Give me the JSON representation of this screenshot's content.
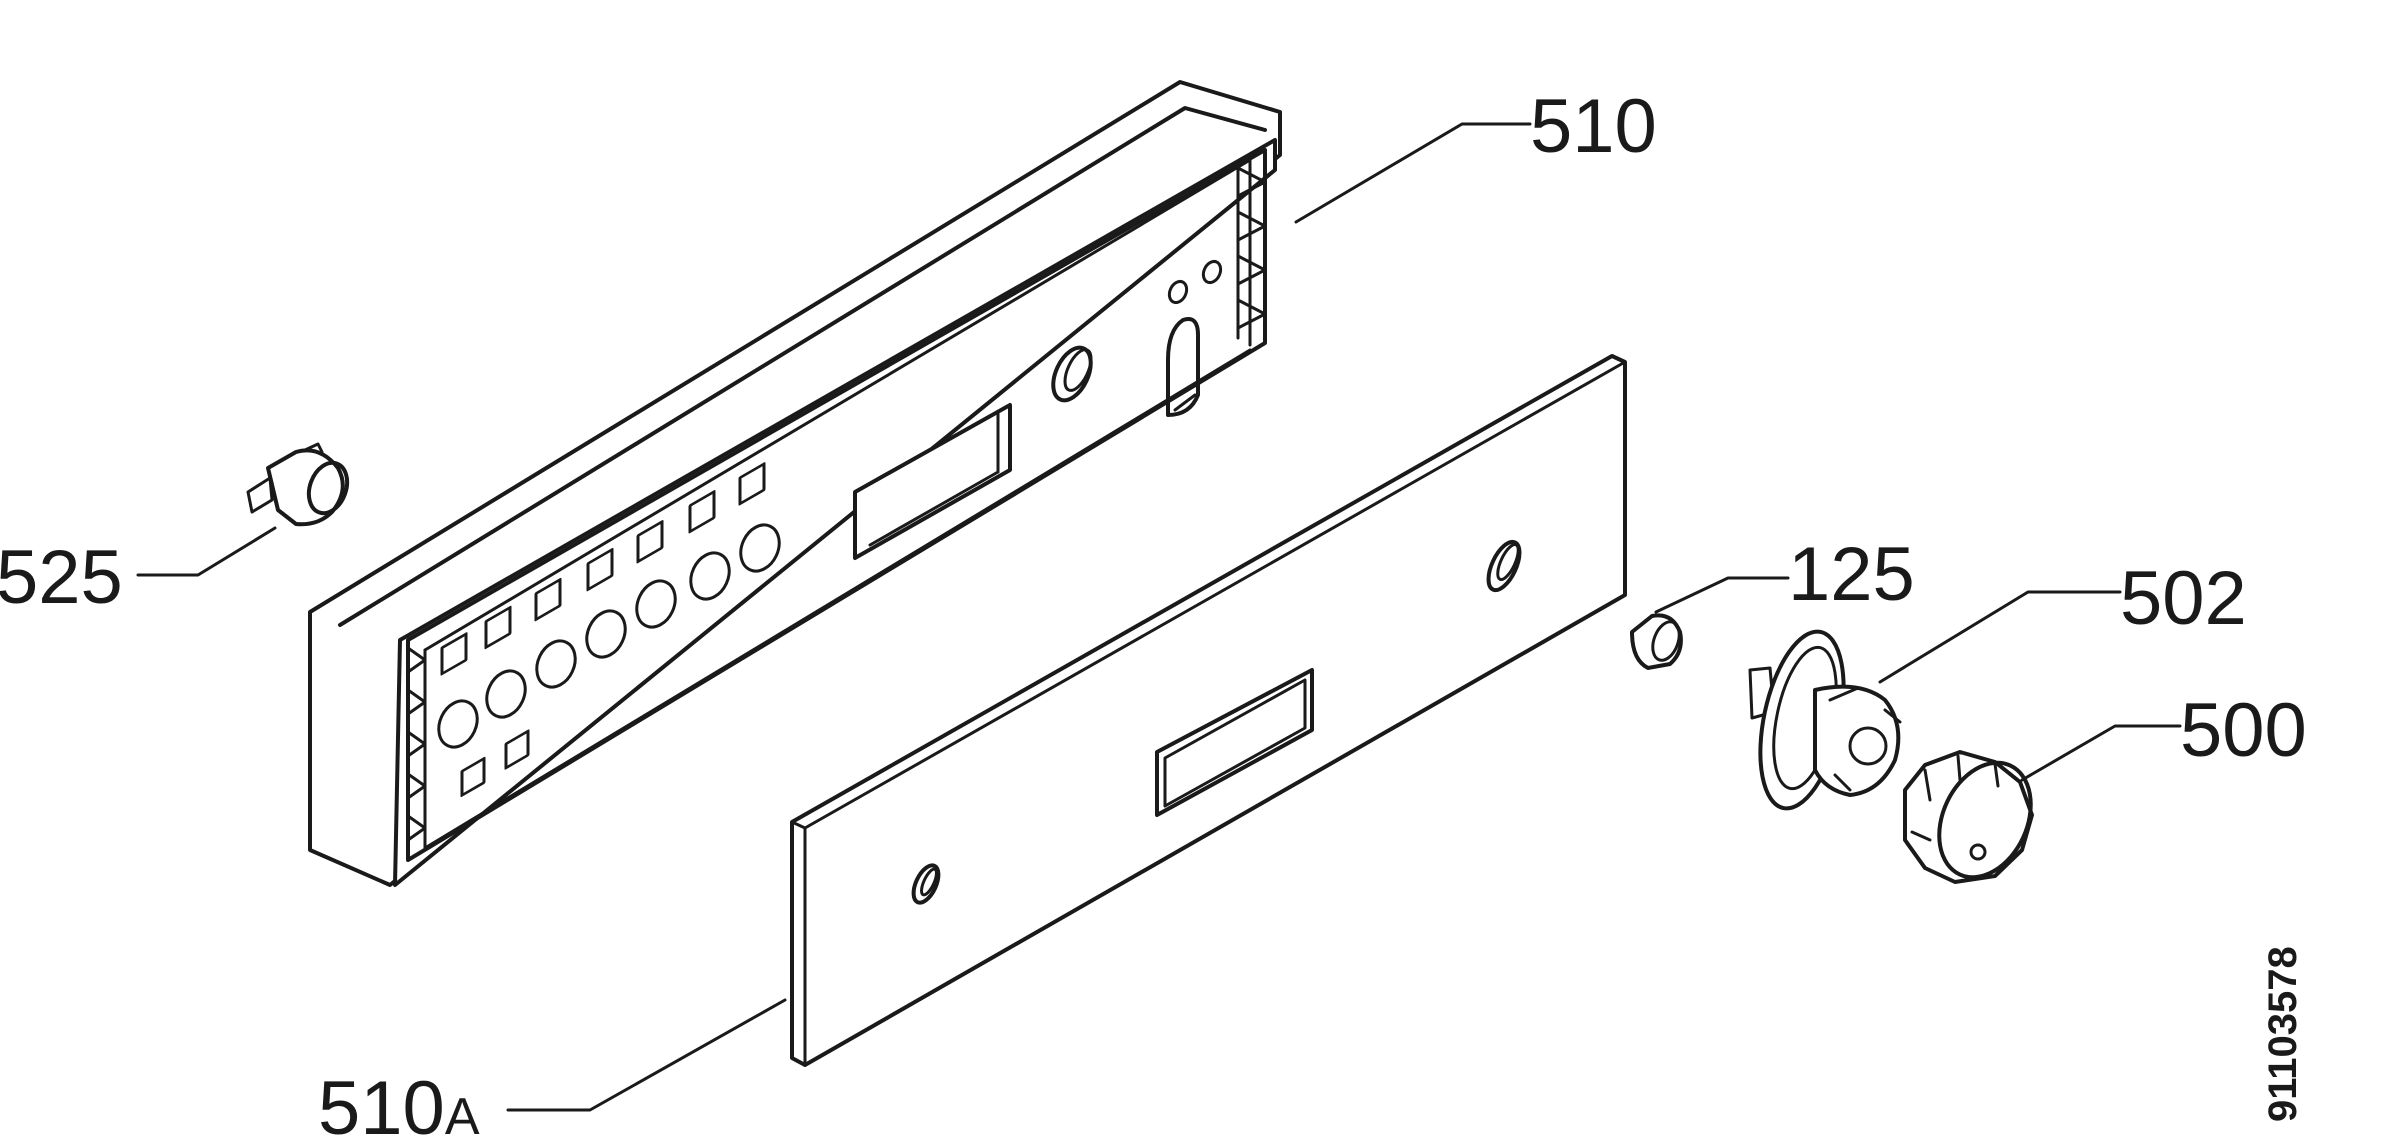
{
  "labels": {
    "p510": "510",
    "p525": "525",
    "p125": "125",
    "p502": "502",
    "p500": "500",
    "p510a_num": "510",
    "p510a_suffix": "A"
  },
  "doc_number": "91103578",
  "colors": {
    "line": "#1a1a1a",
    "background": "#ffffff"
  }
}
